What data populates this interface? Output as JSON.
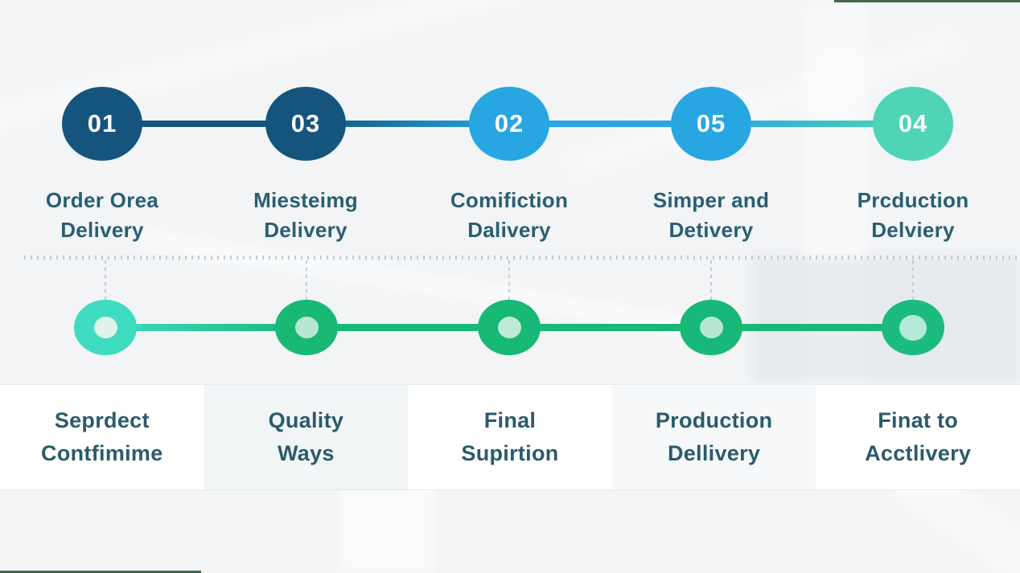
{
  "top_timeline": {
    "steps": [
      {
        "number": "01",
        "circle_color": "#15557d",
        "label_line1": "Order Orea",
        "label_line2": "Delivery"
      },
      {
        "number": "03",
        "circle_color": "#15557d",
        "label_line1": "Miesteimg",
        "label_line2": "Delivery"
      },
      {
        "number": "02",
        "circle_color": "#27a6e2",
        "label_line1": "Comifiction",
        "label_line2": "Dalivery"
      },
      {
        "number": "05",
        "circle_color": "#27a6e2",
        "label_line1": "Simper and",
        "label_line2": "Detivery"
      },
      {
        "number": "04",
        "circle_color": "#4fd4b6",
        "label_line1": "Prcduction",
        "label_line2": "Delviery"
      }
    ],
    "connector_colors": {
      "navy": "#15557d",
      "blue": "#27a6e2",
      "teal": "#4fd4b6"
    }
  },
  "bottom_timeline": {
    "line_color": "#18b877",
    "dots": [
      {
        "outer": "#3edcc1",
        "inner": "#e0f3ec"
      },
      {
        "outer": "#18b877",
        "inner": "#b6e7d1"
      },
      {
        "outer": "#18b877",
        "inner": "#bfead7"
      },
      {
        "outer": "#18b877",
        "inner": "#b6e7d1"
      },
      {
        "outer": "#1cbc80",
        "inner": "#b5e9da"
      }
    ]
  },
  "bottom_band": {
    "items": [
      {
        "line1": "Seprdect",
        "line2": "Contfimime"
      },
      {
        "line1": "Quality",
        "line2": "Ways"
      },
      {
        "line1": "Final",
        "line2": "Supirtion"
      },
      {
        "line1": "Production",
        "line2": "Dellivery"
      },
      {
        "line1": "Finat to",
        "line2": "Acctlivery"
      }
    ]
  },
  "accents": {
    "strip_color": "#44694c"
  },
  "colors": {
    "label_text": "#2a5e72",
    "band_text": "#2b5a6c",
    "dotted_line": "#c4cbd1"
  }
}
